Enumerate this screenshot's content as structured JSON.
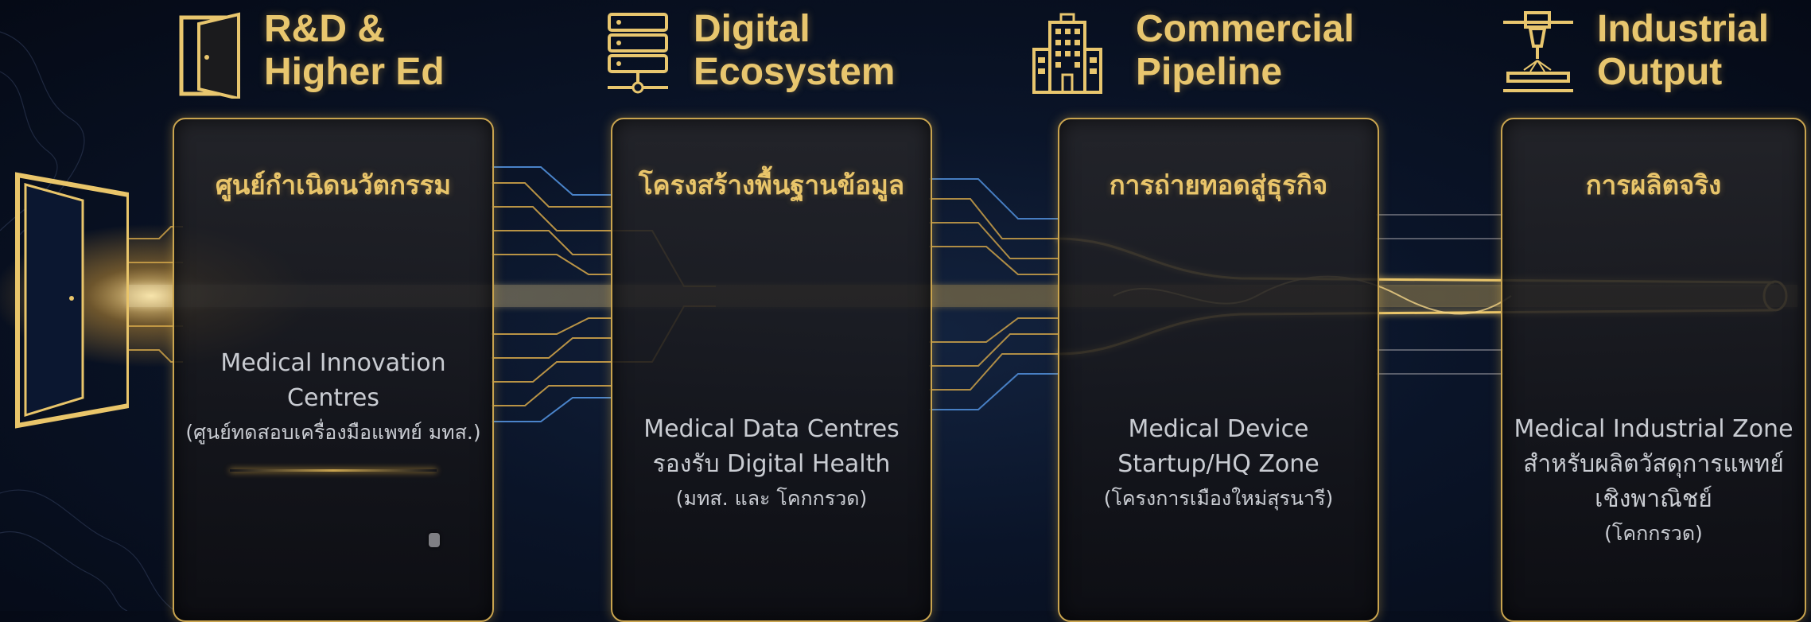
{
  "entry": {
    "icon": "open-door-icon"
  },
  "stages": [
    {
      "title_lines": [
        "R&D &",
        "Higher Ed"
      ],
      "icon": "door-icon",
      "thai_heading": "ศูนย์กำเนิดนวัตกรรม",
      "desc_lines": [
        "Medical Innovation",
        "Centres"
      ],
      "sub_line": "(ศูนย์ทดสอบเครื่องมือแพทย์ มทส.)"
    },
    {
      "title_lines": [
        "Digital",
        "Ecosystem"
      ],
      "icon": "server-network-icon",
      "thai_heading": "โครงสร้างพื้นฐานข้อมูล",
      "desc_lines": [
        "Medical Data Centres",
        "รองรับ Digital Health"
      ],
      "sub_line": "(มทส. และ โคกกรวด)"
    },
    {
      "title_lines": [
        "Commercial",
        "Pipeline"
      ],
      "icon": "office-building-icon",
      "thai_heading": "การถ่ายทอดสู่ธุรกิจ",
      "desc_lines": [
        "Medical Device",
        "Startup/HQ Zone"
      ],
      "sub_line": "(โครงการเมืองใหม่สุรนารี)"
    },
    {
      "title_lines": [
        "Industrial",
        "Output"
      ],
      "icon": "industrial-machine-icon",
      "thai_heading": "การผลิตจริง",
      "desc_lines": [
        "Medical Industrial Zone",
        "สำหรับผลิตวัสดุการแพทย์",
        "เชิงพาณิชย์"
      ],
      "sub_line": "(โคกกรวด)"
    }
  ],
  "colors": {
    "gold": "#e8c66e",
    "panel_border": "#c9a44f",
    "circuit_blue": "#5fa8ff",
    "background": "#0a1428"
  }
}
